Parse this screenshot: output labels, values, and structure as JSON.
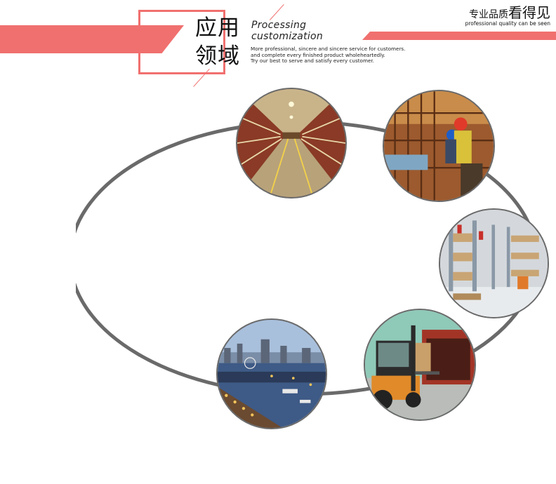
{
  "header": {
    "title_line1": "应用",
    "title_line2": "领域",
    "subtitle_line1": "Processing",
    "subtitle_line2": "customization",
    "description": [
      "More professional, sincere and sincere service for customers.",
      "and complete every finished product wholeheartedly.",
      "Try our best to serve and satisfy every customer."
    ],
    "tagline_cn_small": "专业品质",
    "tagline_cn_big": "看得见",
    "tagline_en": "professional quality can be seen"
  },
  "colors": {
    "accent": "#f0706f",
    "ring": "#6a6a6a"
  },
  "photos": [
    {
      "name": "warehouse-aisle"
    },
    {
      "name": "construction-workers"
    },
    {
      "name": "storage-shelves"
    },
    {
      "name": "forklift-loading"
    },
    {
      "name": "harbor-city"
    }
  ]
}
